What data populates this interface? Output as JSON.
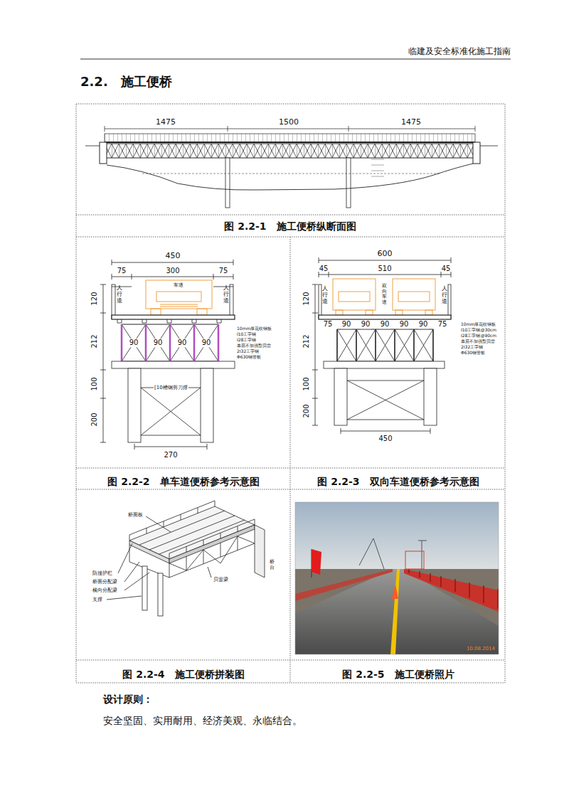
{
  "diagram": {
    "title": "2.2.　施工便桥",
    "labels": [
      "临建及安全标准化施工指南",
      "1475",
      "1500",
      "1475",
      "图 2.2-1　施工便桥纵断面图",
      "450",
      "75",
      "300",
      "75",
      "人行道",
      "车道",
      "人行道",
      "120",
      "212",
      "90",
      "90",
      "90",
      "90",
      "10mm厚花纹钢板",
      "I10工字钢",
      "I28工字钢",
      "单层不加强型贝雷",
      "2I32工字钢",
      "Φ630钢管桩",
      "100",
      "200",
      "[10槽钢剪刀撑",
      "270",
      "图 2.2-2　单车道便桥参考示意图",
      "600",
      "45",
      "510",
      "45",
      "人行道",
      "双向车道",
      "人行道",
      "120",
      "212",
      "75",
      "90",
      "90",
      "90",
      "90",
      "90",
      "75",
      "10mm厚花纹钢板",
      "I10工字钢@30cm",
      "I28工字钢@90cm",
      "单层不加强型贝雷",
      "2I32工字钢",
      "Φ630钢管桩",
      "100",
      "200",
      "450",
      "图 2.2-3　双向车道便桥参考示意图",
      "桥面板",
      "防撞护栏",
      "桥面分配梁",
      "横向分配梁",
      "支撑",
      "贝雷梁",
      "桥台",
      "图 2.2-4　施工便桥拼装图",
      "图 2.2-5　施工便桥照片",
      "设计原则：",
      "安全坚固、实用耐用、经济美观、永临结合。",
      "10.08.2014"
    ]
  }
}
